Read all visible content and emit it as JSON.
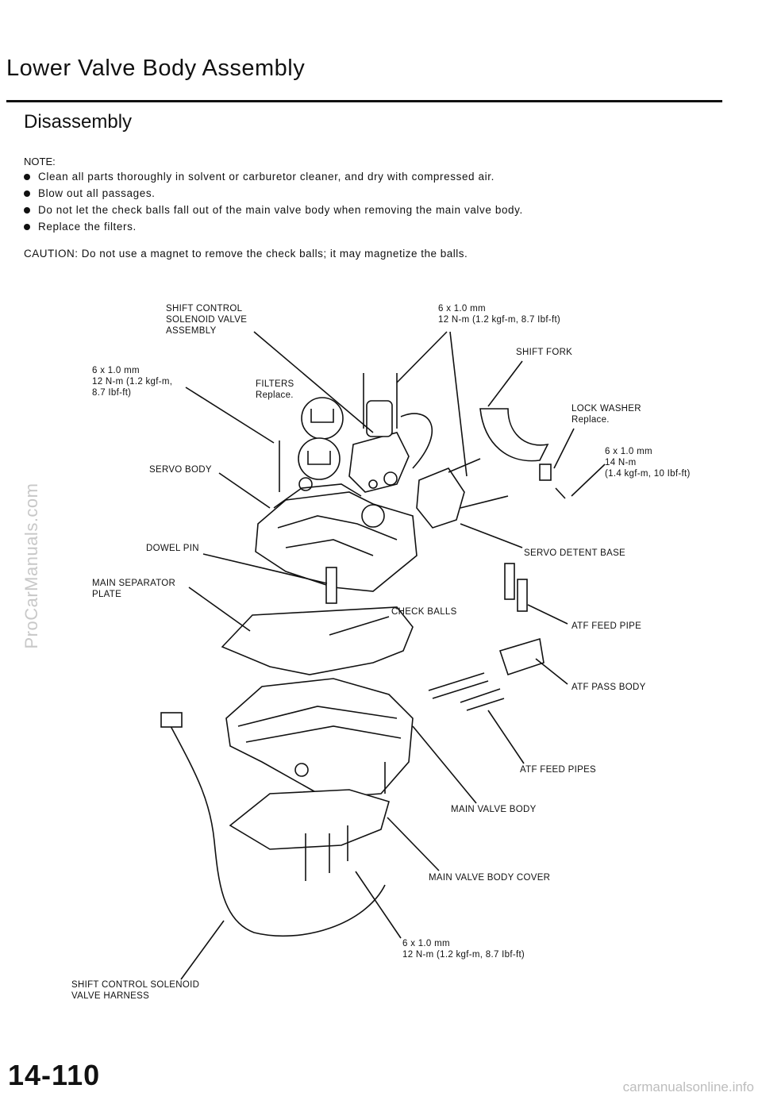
{
  "header": {
    "title": "Lower Valve Body Assembly",
    "subtitle": "Disassembly"
  },
  "notes": {
    "heading": "NOTE:",
    "items": [
      "Clean all parts thoroughly in solvent or carburetor cleaner, and dry with compressed air.",
      "Blow out all passages.",
      "Do not let the check balls fall out of the main valve body when removing the main valve body.",
      "Replace the filters."
    ],
    "caution": "CAUTION: Do not use a magnet to remove the check balls; it may magnetize the balls."
  },
  "labels": {
    "shift_control_solenoid": "SHIFT CONTROL\nSOLENOID VALVE\nASSEMBLY",
    "bolt_top_right": "6 x 1.0 mm\n12 N-m (1.2 kgf-m, 8.7 Ibf-ft)",
    "shift_fork": "SHIFT FORK",
    "bolt_left": "6 x 1.0 mm\n12 N-m (1.2 kgf-m,\n8.7 Ibf-ft)",
    "filters": "FILTERS\nReplace.",
    "lock_washer": "LOCK WASHER\nReplace.",
    "bolt_lock": "6 x 1.0 mm\n14 N-m\n(1.4 kgf-m, 10 Ibf-ft)",
    "servo_body": "SERVO BODY",
    "dowel_pin": "DOWEL PIN",
    "servo_detent_base": "SERVO DETENT BASE",
    "main_separator_plate": "MAIN SEPARATOR\nPLATE",
    "check_balls": "CHECK BALLS",
    "atf_feed_pipe": "ATF FEED PIPE",
    "atf_pass_body": "ATF PASS BODY",
    "atf_feed_pipes": "ATF FEED PIPES",
    "main_valve_body": "MAIN VALVE BODY",
    "main_valve_body_cover": "MAIN VALVE BODY COVER",
    "bolt_bottom": "6 x 1.0 mm\n12 N-m (1.2 kgf-m, 8.7 Ibf-ft)",
    "harness": "SHIFT CONTROL SOLENOID\nVALVE HARNESS"
  },
  "watermark": "ProCarManuals.com",
  "page_number": "14-110",
  "footer": "carmanualsonline.info"
}
